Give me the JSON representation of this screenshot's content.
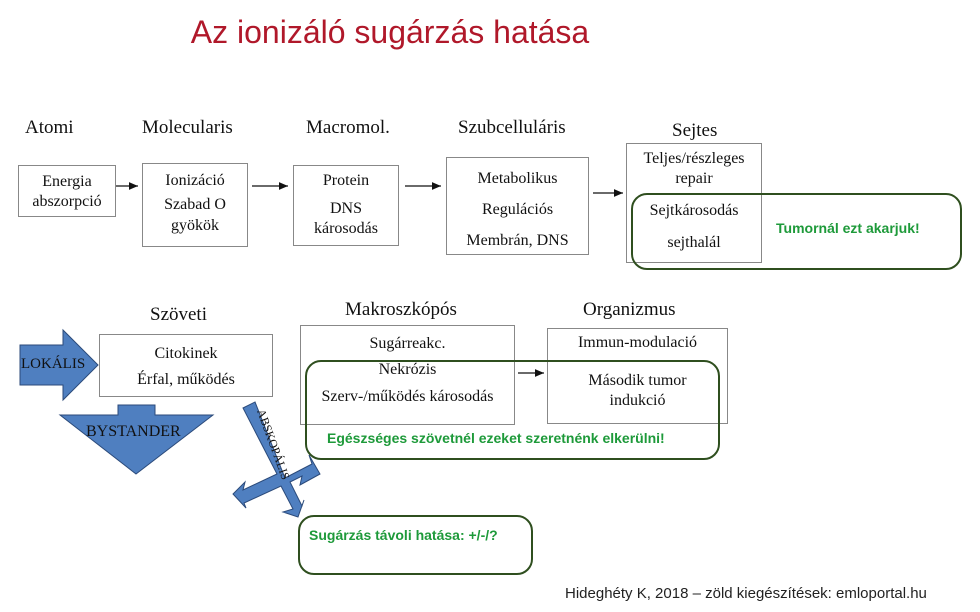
{
  "title": "Az ionizáló sugárzás hatása",
  "levels": {
    "atomi": {
      "header": "Atomi",
      "items": [
        "Energia",
        "abszorpció"
      ]
    },
    "molecularis": {
      "header": "Molecularis",
      "items": [
        "Ionizáció",
        "Szabad O",
        "gyökök"
      ]
    },
    "macromol": {
      "header": "Macromol.",
      "items": [
        "Protein",
        "DNS",
        "károsodás"
      ]
    },
    "szubcellularis": {
      "header": "Szubcelluláris",
      "items": [
        "Metabolikus",
        "Regulációs",
        "Membrán, DNS"
      ]
    },
    "sejtes": {
      "header": "Sejtes",
      "items": [
        "Teljes/részleges",
        "repair",
        "Sejtkárosodás",
        "sejthalál"
      ]
    },
    "szoveti": {
      "header": "Szöveti",
      "items": [
        "Citokinek",
        "Érfal, működés"
      ]
    },
    "makroszkopos": {
      "header": "Makroszkópós",
      "items": [
        "Sugárreakc.",
        "Nekrózis",
        "Szerv-/működés károsodás"
      ]
    },
    "organizmus": {
      "header": "Organizmus",
      "items": [
        "Immun-modulació",
        "Második tumor",
        "indukció"
      ]
    }
  },
  "arrows": {
    "lokalis": "LOKÁLIS",
    "bystander": "BYSTANDER",
    "abszkopalis": "ABSKOPÁLIS"
  },
  "notes": {
    "tumor": "Tumornál ezt akarjuk!",
    "healthy": "Egészséges szövetnél ezeket szeretnénk elkerülni!",
    "distant": "Sugárzás távoli hatása: +/-/?"
  },
  "footer": "Hideghéty K, 2018 – zöld kiegészítések: emloportal.hu",
  "colors": {
    "title": "#b0182a",
    "green_text": "#1e9a3a",
    "arrow_fill": "#4f7fc0"
  }
}
